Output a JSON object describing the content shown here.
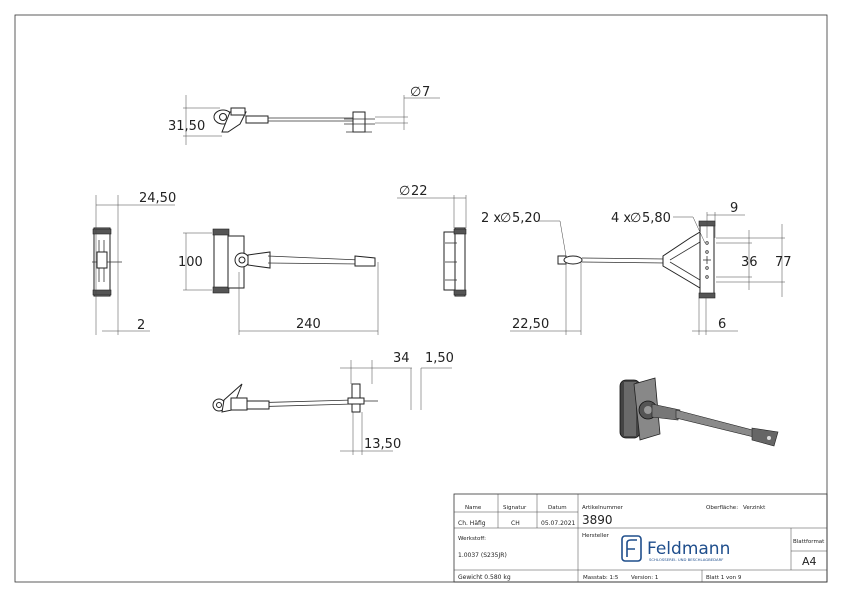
{
  "dimensions": {
    "d_7": "7",
    "d_31_50": "31,50",
    "d_24_50": "24,50",
    "d_100": "100",
    "d_2": "2",
    "d_240": "240",
    "d_22": "22",
    "d_2x520": "2 x",
    "d_520": "5,20",
    "d_4x580": "4 x",
    "d_580": "5,80",
    "d_9": "9",
    "d_36": "36",
    "d_77": "77",
    "d_22_50": "22,50",
    "d_6": "6",
    "d_34": "34",
    "d_1_50": "1,50",
    "d_13_50": "13,50",
    "diameter_symbol": "∅"
  },
  "title_block": {
    "h_name": "Name",
    "h_signatur": "Signatur",
    "h_datum": "Datum",
    "name": "Ch. Häfig",
    "signatur": "CH",
    "datum": "05.07.2021",
    "artikelnummer_label": "Artikelnummer",
    "artikelnummer": "3890",
    "oberflaeche_label": "Oberfläche:",
    "oberflaeche": "Verzinkt",
    "werkstoff_label": "Werkstoff:",
    "werkstoff": "1.0037 (S235JR)",
    "hersteller_label": "Hersteller",
    "brand": "Feldmann",
    "brand_tagline": "SCHLOSSEREI- UND BESCHLAGBEDARF",
    "blattformat_label": "Blattformat",
    "blattformat": "A4",
    "gewicht": "Gewicht 0.580 kg",
    "massstab": "Masstab: 1:5",
    "version": "Version: 1",
    "blatt": "Blatt 1 von 9"
  },
  "colors": {
    "brand": "#1f4e8c",
    "line": "#333333"
  }
}
